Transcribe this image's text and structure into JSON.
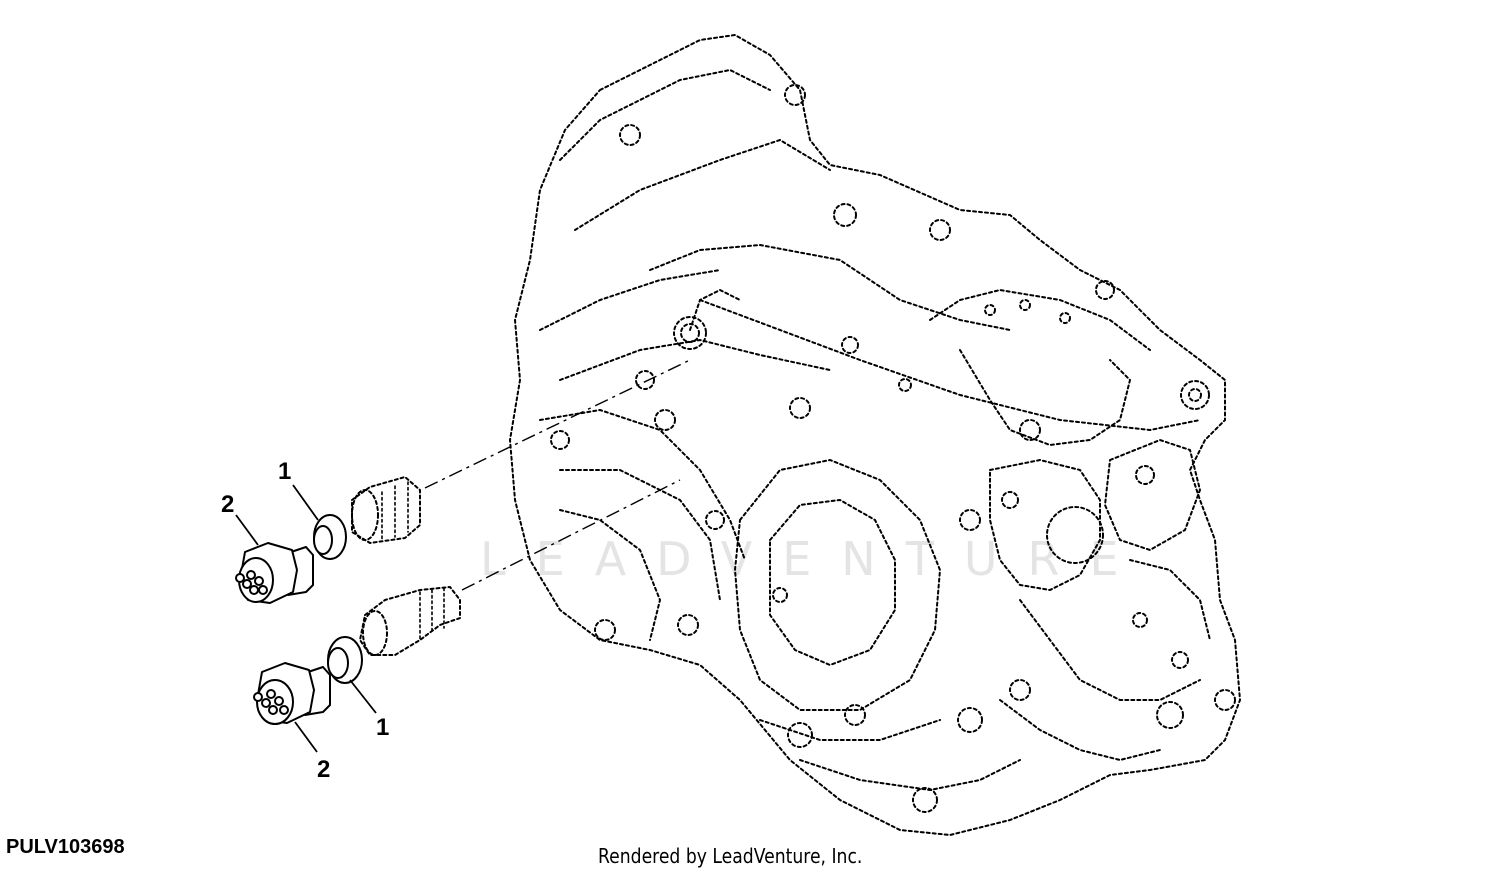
{
  "diagram": {
    "callouts": [
      {
        "label": "1"
      },
      {
        "label": "2"
      },
      {
        "label": "1"
      },
      {
        "label": "2"
      }
    ],
    "watermark": "LEADVENTURE",
    "figure_id": "PULV103698",
    "credit": "Rendered by LeadVenture, Inc."
  }
}
